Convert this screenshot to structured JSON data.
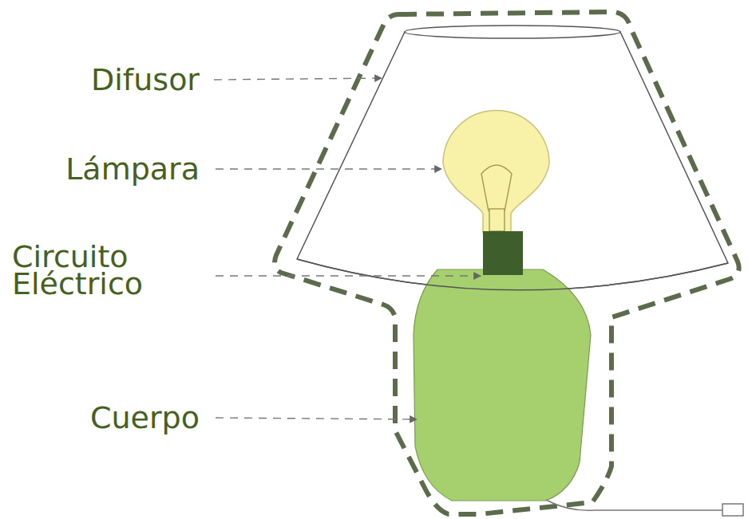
{
  "diagram": {
    "labels": [
      "Difusor",
      "Lámpara",
      "Circuito Eléctrico",
      "Cuerpo"
    ]
  }
}
